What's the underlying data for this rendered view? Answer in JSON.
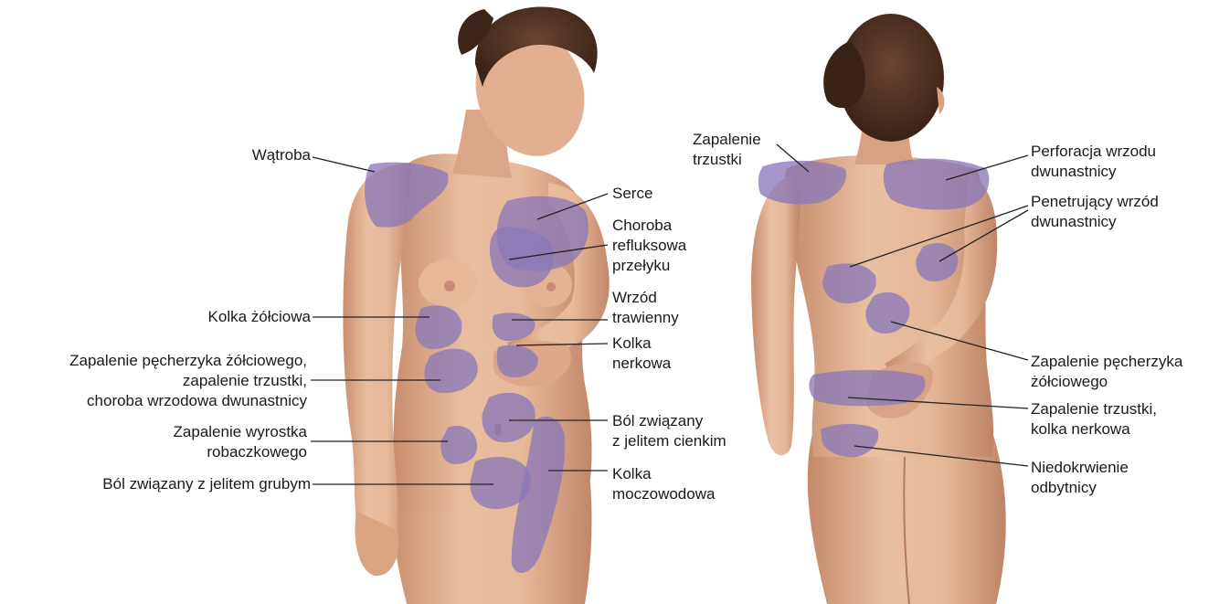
{
  "colors": {
    "skin": "#e3b595",
    "skin_shadow": "#c98f6e",
    "skin_highlight": "#f2cdb2",
    "hair": "#4a2e1e",
    "pain_region": "#8a79b8",
    "leader_line": "#222222"
  },
  "front_labels": {
    "liver": [
      "Wątroba"
    ],
    "heart": [
      "Serce"
    ],
    "gerd": [
      "Choroba",
      "refluksowa",
      "przełyku"
    ],
    "biliary_colic": [
      "Kolka żółciowa"
    ],
    "peptic_ulcer": [
      "Wrzód",
      "trawienny"
    ],
    "renal_colic": [
      "Kolka",
      "nerkowa"
    ],
    "cholecystitis": [
      "Zapalenie pęcherzyka żółciowego,",
      "zapalenie trzustki,",
      "choroba wrzodowa dwunastnicy"
    ],
    "small_intestine": [
      "Ból związany",
      "z jelitem cienkim"
    ],
    "appendicitis": [
      "Zapalenie wyrostka",
      "robaczkowego"
    ],
    "large_intestine": [
      "Ból związany z jelitem grubym"
    ],
    "ureteral_colic": [
      "Kolka",
      "moczowodowa"
    ]
  },
  "back_labels": {
    "pancreatitis": [
      "Zapalenie",
      "trzustki"
    ],
    "perforated_ulcer": [
      "Perforacja wrzodu",
      "dwunastnicy"
    ],
    "penetrating_ulcer": [
      "Penetrujący wrzód",
      "dwunastnicy"
    ],
    "cholecystitis": [
      "Zapalenie pęcherzyka",
      "żółciowego"
    ],
    "pancreatitis_renal": [
      "Zapalenie trzustki,",
      "kolka nerkowa"
    ],
    "rectal_ischemia": [
      "Niedokrwienie",
      "odbytnicy"
    ]
  }
}
